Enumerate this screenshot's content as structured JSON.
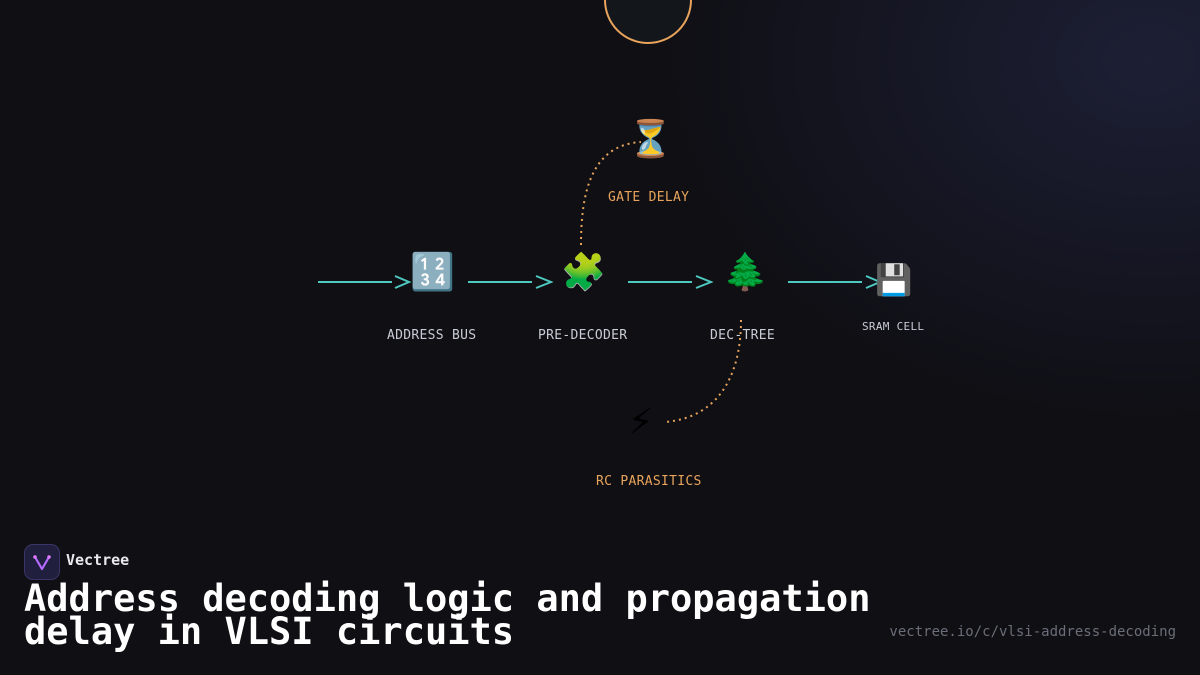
{
  "diagram": {
    "nodes": [
      {
        "id": "address-bus",
        "icon": "🔢",
        "label": "ADDRESS BUS"
      },
      {
        "id": "pre-decoder",
        "icon": "🧩",
        "label": "PRE-DECODER"
      },
      {
        "id": "dec-tree",
        "icon": "🌲",
        "label": "DEC-TREE"
      },
      {
        "id": "sram-cell",
        "icon": "💾",
        "label": "SRAM CELL"
      }
    ],
    "side_nodes": [
      {
        "id": "gate-delay",
        "icon": "⏳",
        "label": "GATE DELAY"
      },
      {
        "id": "rc-parasitics",
        "icon": "⚡",
        "label": "RC PARASITICS"
      }
    ],
    "colors": {
      "accent": "#e8a45c",
      "flow": "#4ec9c0",
      "label": "#c9ccd6"
    }
  },
  "footer": {
    "brand": "Vectree",
    "title": "Address decoding logic and propagation delay in VLSI circuits",
    "url": "vectree.io/c/vlsi-address-decoding"
  }
}
